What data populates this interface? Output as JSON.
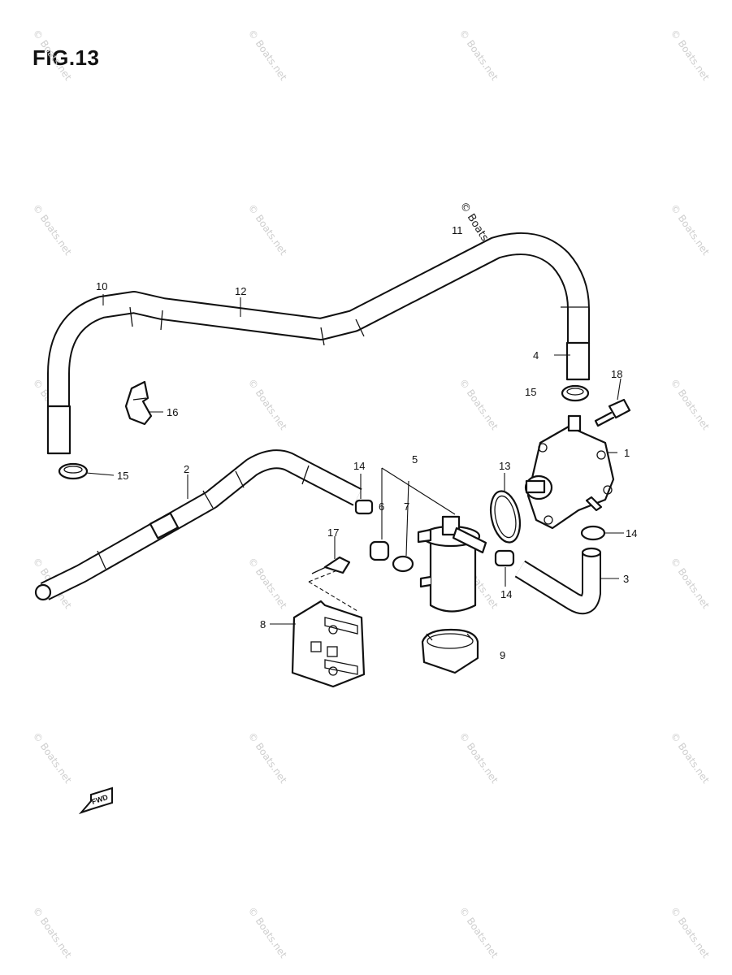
{
  "figure": {
    "title": "FIG.13"
  },
  "watermark": {
    "text": "© Boats.net"
  },
  "callouts": {
    "c1": "1",
    "c2": "2",
    "c3": "3",
    "c4": "4",
    "c5": "5",
    "c6": "6",
    "c7": "7",
    "c8": "8",
    "c9": "9",
    "c10": "10",
    "c11": "11",
    "c12": "12",
    "c13": "13",
    "c14a": "14",
    "c14b": "14",
    "c14c": "14",
    "c15a": "15",
    "c15b": "15",
    "c16": "16",
    "c17": "17",
    "c18": "18"
  },
  "direction_badge": {
    "text": "FWD"
  }
}
